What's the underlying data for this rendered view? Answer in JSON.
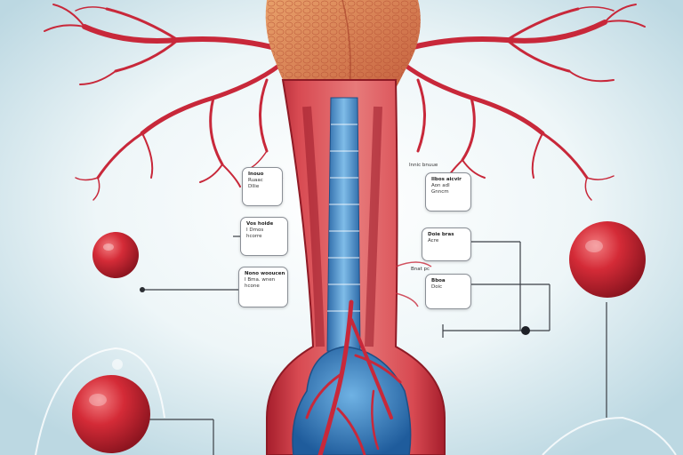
{
  "colors": {
    "background": "#dfeef3",
    "vessel_red": "#c8283a",
    "dark_red": "#8e1a25",
    "tissue_orange": "#d9844f",
    "lumen_blue": "#3a7fc2",
    "sphere_red": "#d42b37",
    "leader_line": "#3b3f45"
  },
  "callouts": {
    "left_1": {
      "lines": [
        "Inouo",
        "Ruaac",
        "Dllie"
      ]
    },
    "left_2": {
      "lines": [
        "Vos hoide",
        "I Dmos",
        "hcorre"
      ]
    },
    "left_3": {
      "lines": [
        "Nono wooucen",
        "I Bma. wnen",
        "hcone"
      ]
    },
    "right_1": {
      "lines": [
        "Ilbos aicvir",
        "Aon adl",
        "Gnncm"
      ]
    },
    "right_2": {
      "lines": [
        "Doie bras",
        "Acre"
      ]
    },
    "right_3": {
      "lines": [
        "Bboa",
        "Doic"
      ]
    }
  },
  "tags": {
    "top_right": "Innic bnuue",
    "mid_right": "Bnat pc"
  },
  "icons": [
    "red-sphere-icon",
    "red-sphere-icon",
    "red-sphere-icon",
    "red-sphere-icon"
  ]
}
